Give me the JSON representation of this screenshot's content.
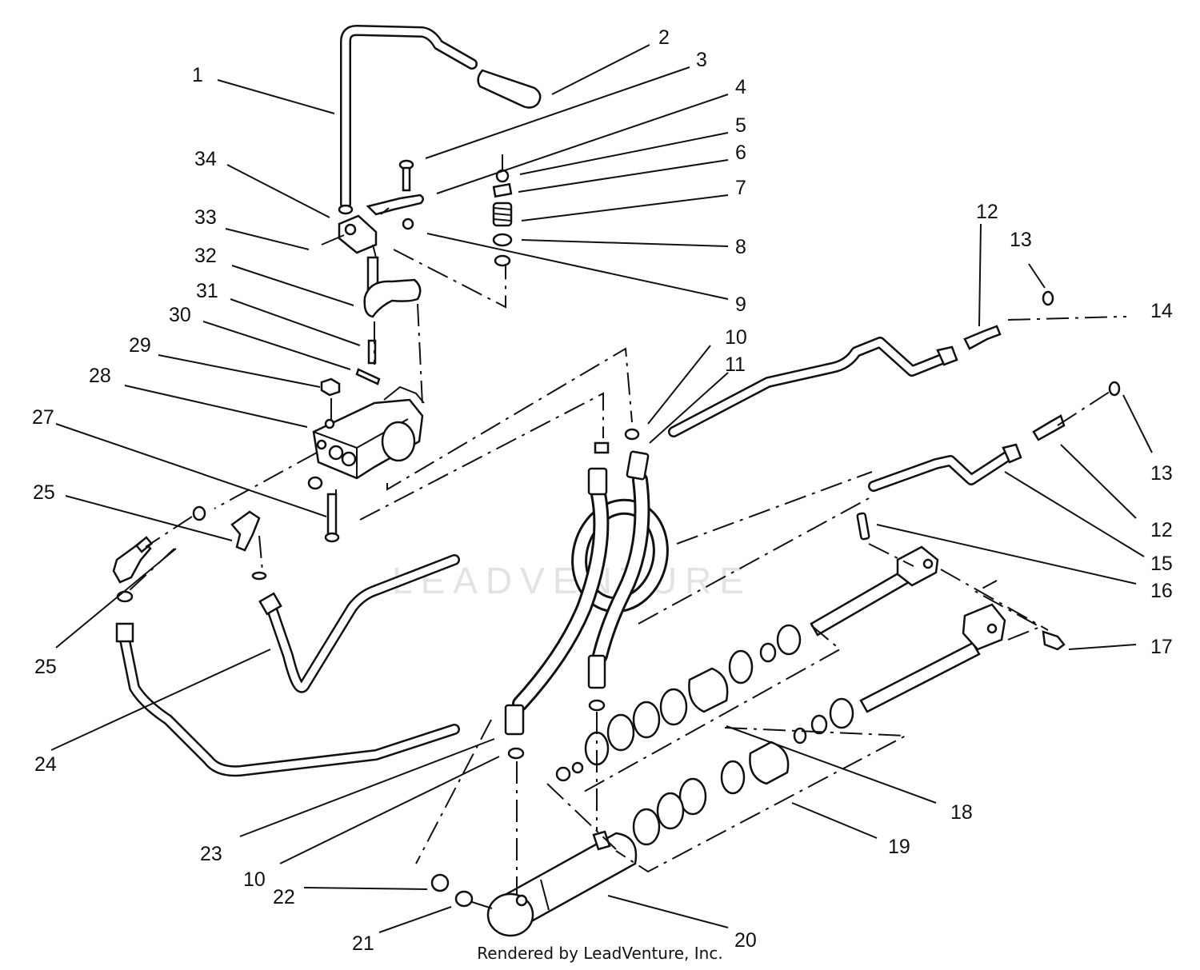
{
  "credit": "Rendered by LeadVenture, Inc.",
  "watermark": "LEADVENTURE",
  "callouts": [
    {
      "id": "c1",
      "text": "1"
    },
    {
      "id": "c2",
      "text": "2"
    },
    {
      "id": "c3",
      "text": "3"
    },
    {
      "id": "c4",
      "text": "4"
    },
    {
      "id": "c5",
      "text": "5"
    },
    {
      "id": "c6",
      "text": "6"
    },
    {
      "id": "c7",
      "text": "7"
    },
    {
      "id": "c8",
      "text": "8"
    },
    {
      "id": "c9",
      "text": "9"
    },
    {
      "id": "c10a",
      "text": "10"
    },
    {
      "id": "c11",
      "text": "11"
    },
    {
      "id": "c12a",
      "text": "12"
    },
    {
      "id": "c13a",
      "text": "13"
    },
    {
      "id": "c14",
      "text": "14"
    },
    {
      "id": "c13b",
      "text": "13"
    },
    {
      "id": "c12b",
      "text": "12"
    },
    {
      "id": "c15",
      "text": "15"
    },
    {
      "id": "c16",
      "text": "16"
    },
    {
      "id": "c17",
      "text": "17"
    },
    {
      "id": "c18",
      "text": "18"
    },
    {
      "id": "c19",
      "text": "19"
    },
    {
      "id": "c20",
      "text": "20"
    },
    {
      "id": "c21",
      "text": "21"
    },
    {
      "id": "c22",
      "text": "22"
    },
    {
      "id": "c10b",
      "text": "10"
    },
    {
      "id": "c23",
      "text": "23"
    },
    {
      "id": "c24",
      "text": "24"
    },
    {
      "id": "c25a",
      "text": "25"
    },
    {
      "id": "c25b",
      "text": "25"
    },
    {
      "id": "c27",
      "text": "27"
    },
    {
      "id": "c28",
      "text": "28"
    },
    {
      "id": "c29",
      "text": "29"
    },
    {
      "id": "c30",
      "text": "30"
    },
    {
      "id": "c31",
      "text": "31"
    },
    {
      "id": "c32",
      "text": "32"
    },
    {
      "id": "c33",
      "text": "33"
    },
    {
      "id": "c34",
      "text": "34"
    }
  ]
}
